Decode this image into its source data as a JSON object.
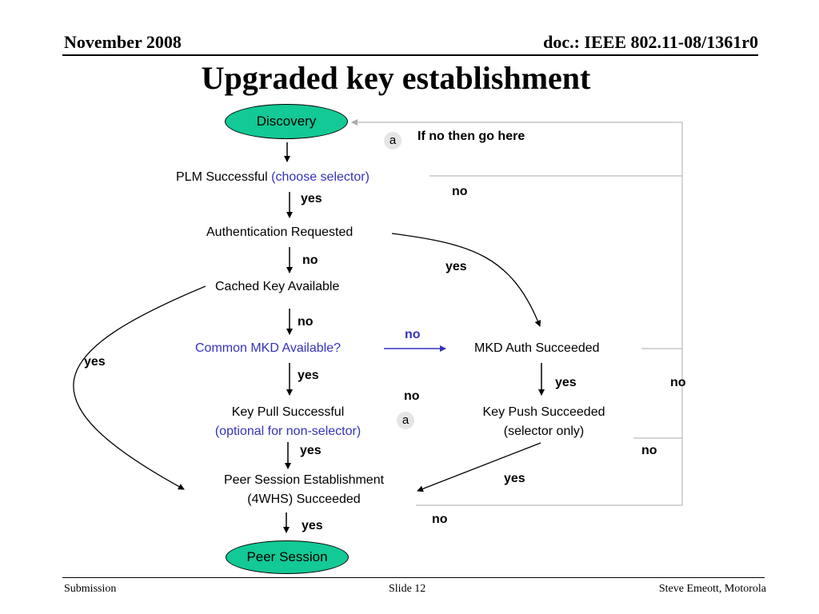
{
  "header": {
    "date": "November 2008",
    "doc": "doc.: IEEE 802.11-08/1361r0"
  },
  "title": "Upgraded key establishment",
  "nodes": {
    "discovery": "Discovery",
    "plm_successful": "PLM Successful",
    "plm_selector": "(choose selector)",
    "auth_requested": "Authentication Requested",
    "cached_key": "Cached Key Available",
    "common_mkd": "Common MKD Available?",
    "mkd_auth": "MKD Auth Succeeded",
    "key_pull_line1": "Key Pull Successful",
    "key_pull_line2": "(optional for non-selector)",
    "key_push_line1": "Key Push Succeeded",
    "key_push_line2": "(selector only)",
    "peer_est_line1": "Peer Session Establishment",
    "peer_est_line2": "(4WHS) Succeeded",
    "peer_session": "Peer Session"
  },
  "connector": {
    "symbol": "a",
    "note": "If no then go here"
  },
  "edge_labels": {
    "plm_no": "no",
    "plm_yes": "yes",
    "auth_no": "no",
    "auth_yes": "yes",
    "cached_yes": "yes",
    "cached_no": "no",
    "mkd_no": "no",
    "mkd_yes": "yes",
    "mkd_auth_yes": "yes",
    "mkd_auth_no": "no",
    "key_pull_no": "no",
    "key_pull_yes": "yes",
    "key_push_no": "no",
    "key_push_yes": "yes",
    "peer_est_no": "no",
    "peer_est_yes": "yes"
  },
  "colors": {
    "oval_fill": "#13c995",
    "blue_text": "#3333bb",
    "return_line": "#bbbbbb"
  },
  "footer": {
    "left": "Submission",
    "center": "Slide 12",
    "right": "Steve Emeott, Motorola"
  }
}
